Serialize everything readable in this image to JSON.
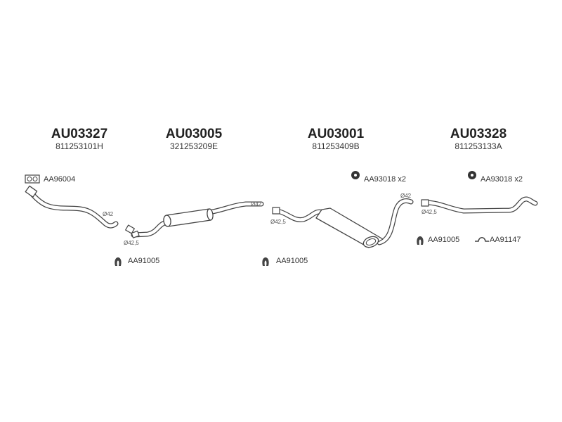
{
  "sections": [
    {
      "code": "AU03327",
      "oem": "811253101H",
      "diameters": [
        "Ø42"
      ],
      "accessories": [
        {
          "code": "AA96004",
          "icon": "gasket-icon"
        }
      ]
    },
    {
      "code": "AU03005",
      "oem": "321253209E",
      "diameters": [
        "Ø42",
        "Ø42,5"
      ],
      "accessories": [
        {
          "code": "AA91005",
          "icon": "clamp-icon"
        }
      ]
    },
    {
      "code": "AU03001",
      "oem": "811253409B",
      "diameters": [
        "Ø42",
        "Ø42,5"
      ],
      "accessories": [
        {
          "code": "AA93018 x2",
          "icon": "rubber-mount-icon"
        },
        {
          "code": "AA91005",
          "icon": "clamp-icon"
        }
      ]
    },
    {
      "code": "AU03328",
      "oem": "811253133A",
      "diameters": [
        "Ø42,5"
      ],
      "accessories": [
        {
          "code": "AA93018 x2",
          "icon": "rubber-mount-icon"
        },
        {
          "code": "AA91005",
          "icon": "clamp-icon"
        },
        {
          "code": "AA91147",
          "icon": "hanger-icon"
        }
      ]
    }
  ]
}
